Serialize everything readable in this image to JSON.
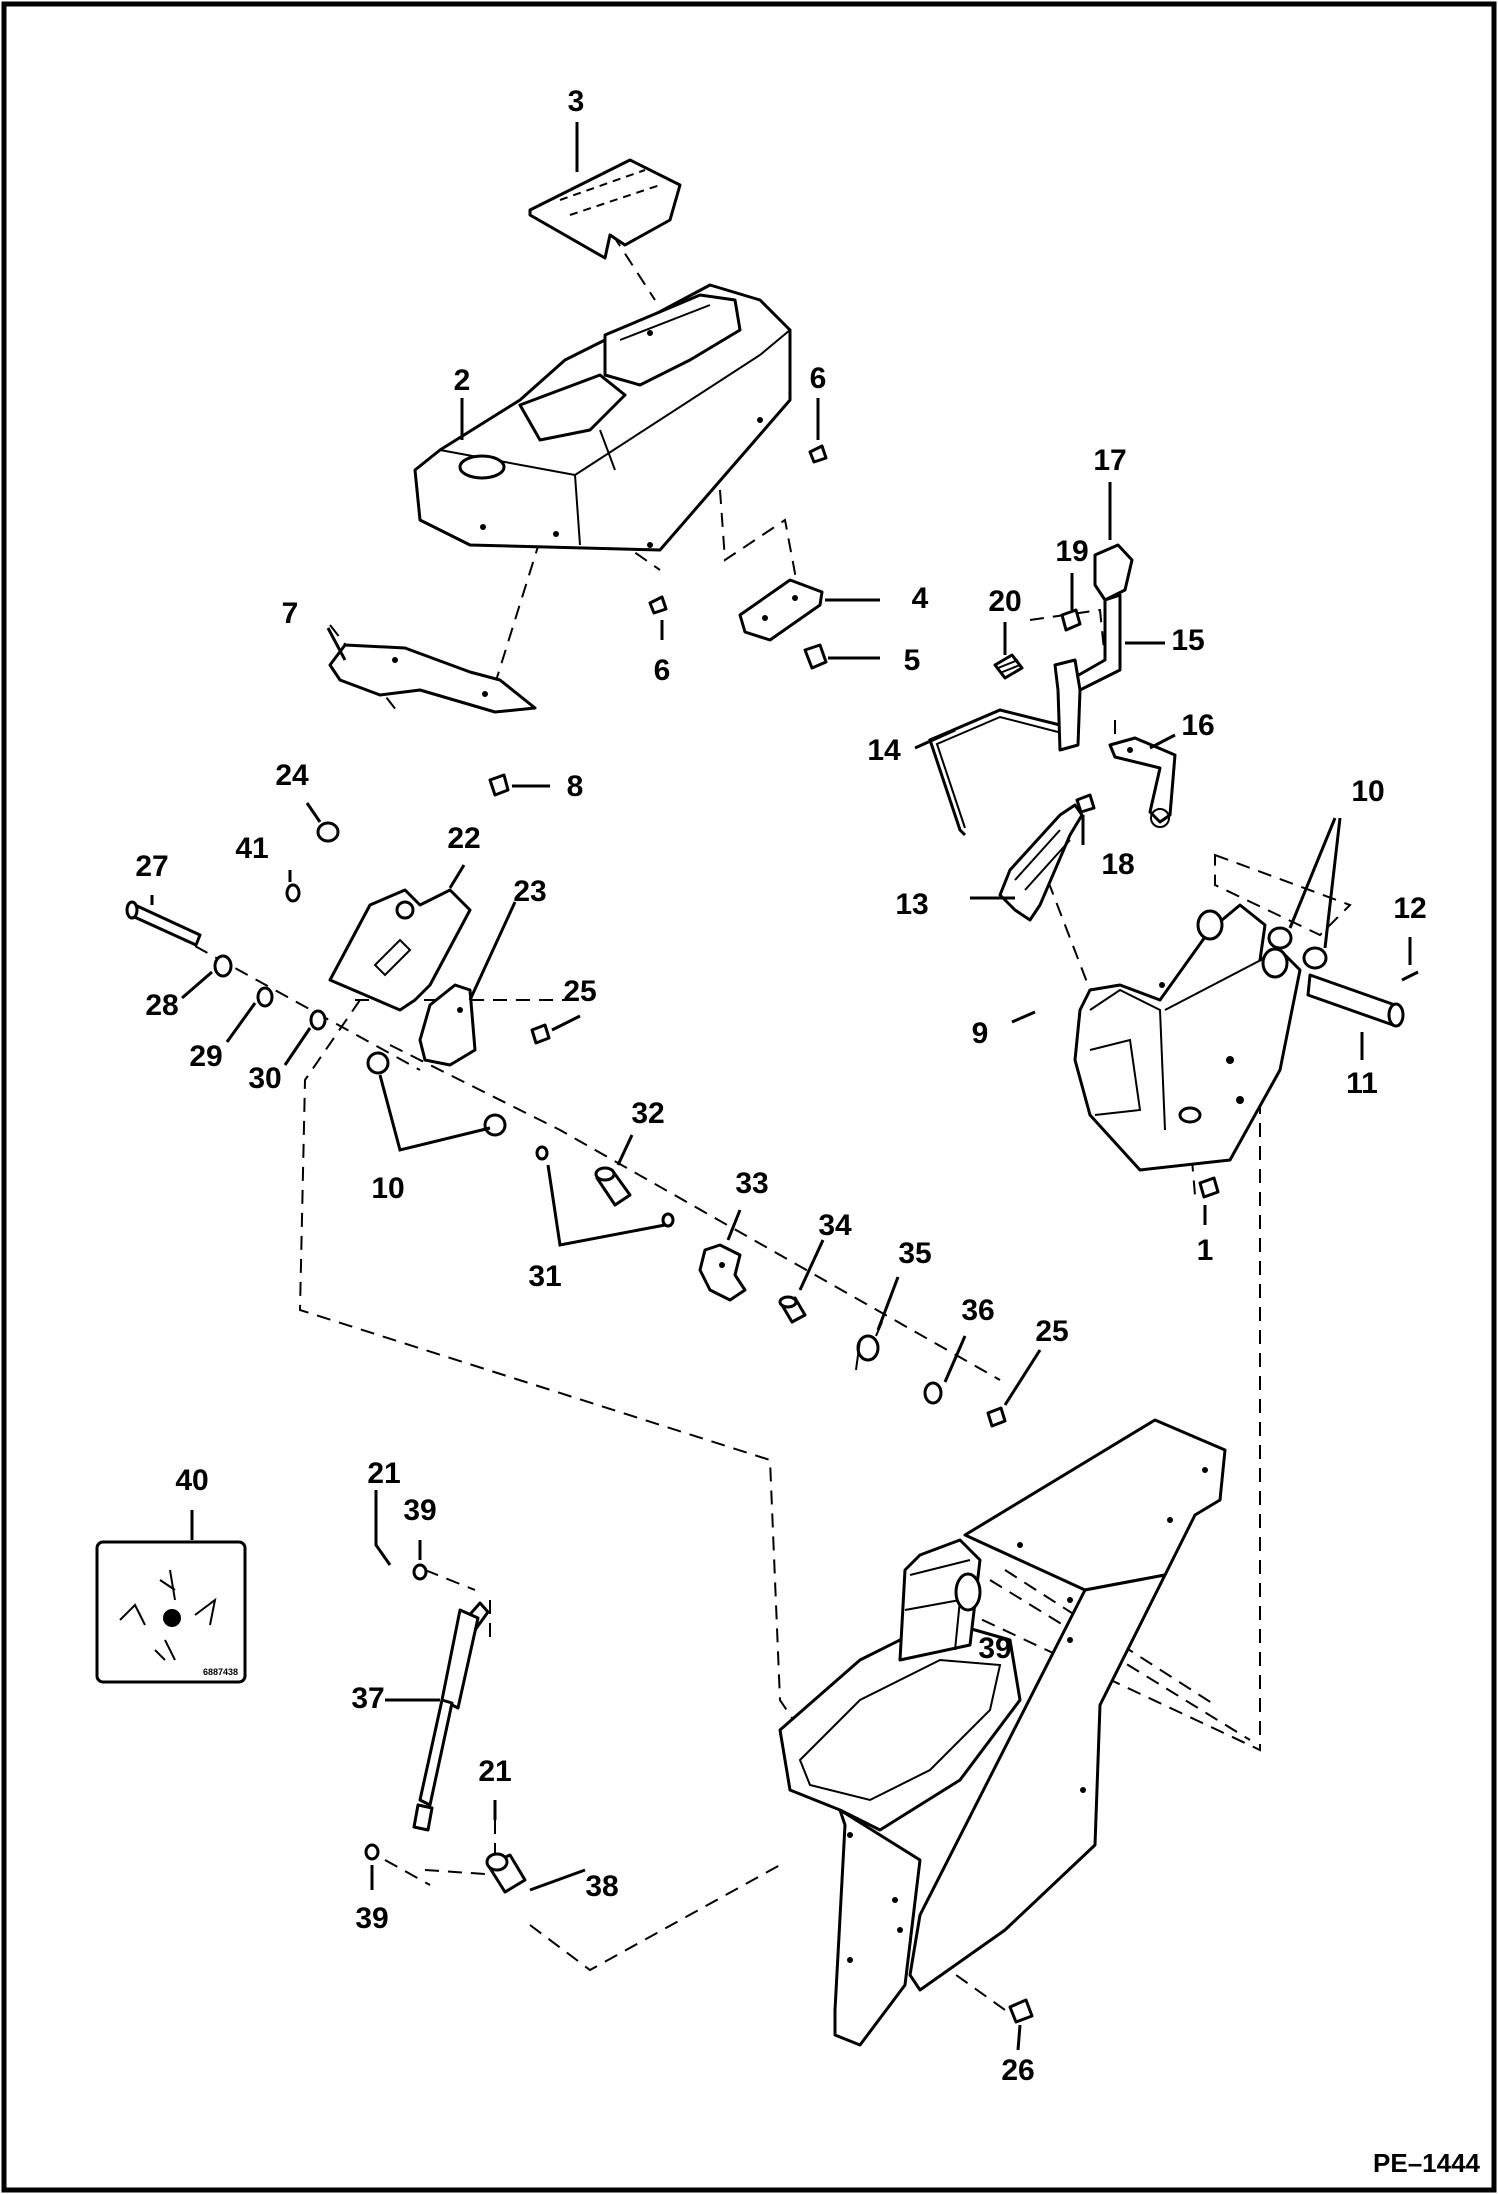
{
  "diagram": {
    "drawing_code": "PE–1444",
    "decal_code": "6887438",
    "callouts": [
      {
        "id": "c3",
        "text": "3"
      },
      {
        "id": "c2",
        "text": "2"
      },
      {
        "id": "c6a",
        "text": "6"
      },
      {
        "id": "c6b",
        "text": "6"
      },
      {
        "id": "c4",
        "text": "4"
      },
      {
        "id": "c5",
        "text": "5"
      },
      {
        "id": "c7",
        "text": "7"
      },
      {
        "id": "c8",
        "text": "8"
      },
      {
        "id": "c17",
        "text": "17"
      },
      {
        "id": "c19",
        "text": "19"
      },
      {
        "id": "c20",
        "text": "20"
      },
      {
        "id": "c15",
        "text": "15"
      },
      {
        "id": "c14",
        "text": "14"
      },
      {
        "id": "c16",
        "text": "16"
      },
      {
        "id": "c18",
        "text": "18"
      },
      {
        "id": "c10a",
        "text": "10"
      },
      {
        "id": "c13",
        "text": "13"
      },
      {
        "id": "c12",
        "text": "12"
      },
      {
        "id": "c9",
        "text": "9"
      },
      {
        "id": "c11",
        "text": "11"
      },
      {
        "id": "c1",
        "text": "1"
      },
      {
        "id": "c24",
        "text": "24"
      },
      {
        "id": "c22",
        "text": "22"
      },
      {
        "id": "c27",
        "text": "27"
      },
      {
        "id": "c41",
        "text": "41"
      },
      {
        "id": "c23",
        "text": "23"
      },
      {
        "id": "c25a",
        "text": "25"
      },
      {
        "id": "c28",
        "text": "28"
      },
      {
        "id": "c29",
        "text": "29"
      },
      {
        "id": "c30",
        "text": "30"
      },
      {
        "id": "c10b",
        "text": "10"
      },
      {
        "id": "c32",
        "text": "32"
      },
      {
        "id": "c31",
        "text": "31"
      },
      {
        "id": "c33",
        "text": "33"
      },
      {
        "id": "c34",
        "text": "34"
      },
      {
        "id": "c35",
        "text": "35"
      },
      {
        "id": "c36",
        "text": "36"
      },
      {
        "id": "c25b",
        "text": "25"
      },
      {
        "id": "c40",
        "text": "40"
      },
      {
        "id": "c21a",
        "text": "21"
      },
      {
        "id": "c39a",
        "text": "39"
      },
      {
        "id": "c37",
        "text": "37"
      },
      {
        "id": "c21b",
        "text": "21"
      },
      {
        "id": "c38",
        "text": "38"
      },
      {
        "id": "c39b",
        "text": "39"
      },
      {
        "id": "c39c",
        "text": "39"
      },
      {
        "id": "c26",
        "text": "26"
      }
    ]
  }
}
